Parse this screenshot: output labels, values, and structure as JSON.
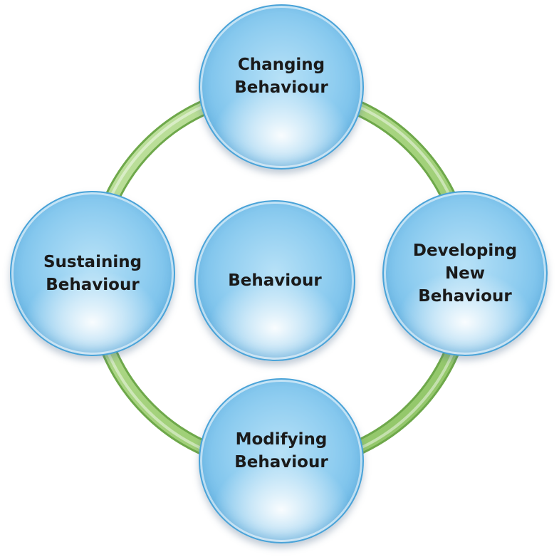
{
  "diagram": {
    "nodes": {
      "top": "Changing\nBehaviour",
      "right": "Developing\nNew\nBehaviour",
      "bottom": "Modifying\nBehaviour",
      "left": "Sustaining\nBehaviour",
      "center": "Behaviour"
    },
    "colors": {
      "ring": "#9ccf72",
      "ring_edge": "#6ea84a",
      "node_fill": "#8fcdf0",
      "node_border": "#4aa3d8",
      "text": "#1a1a1a"
    }
  }
}
